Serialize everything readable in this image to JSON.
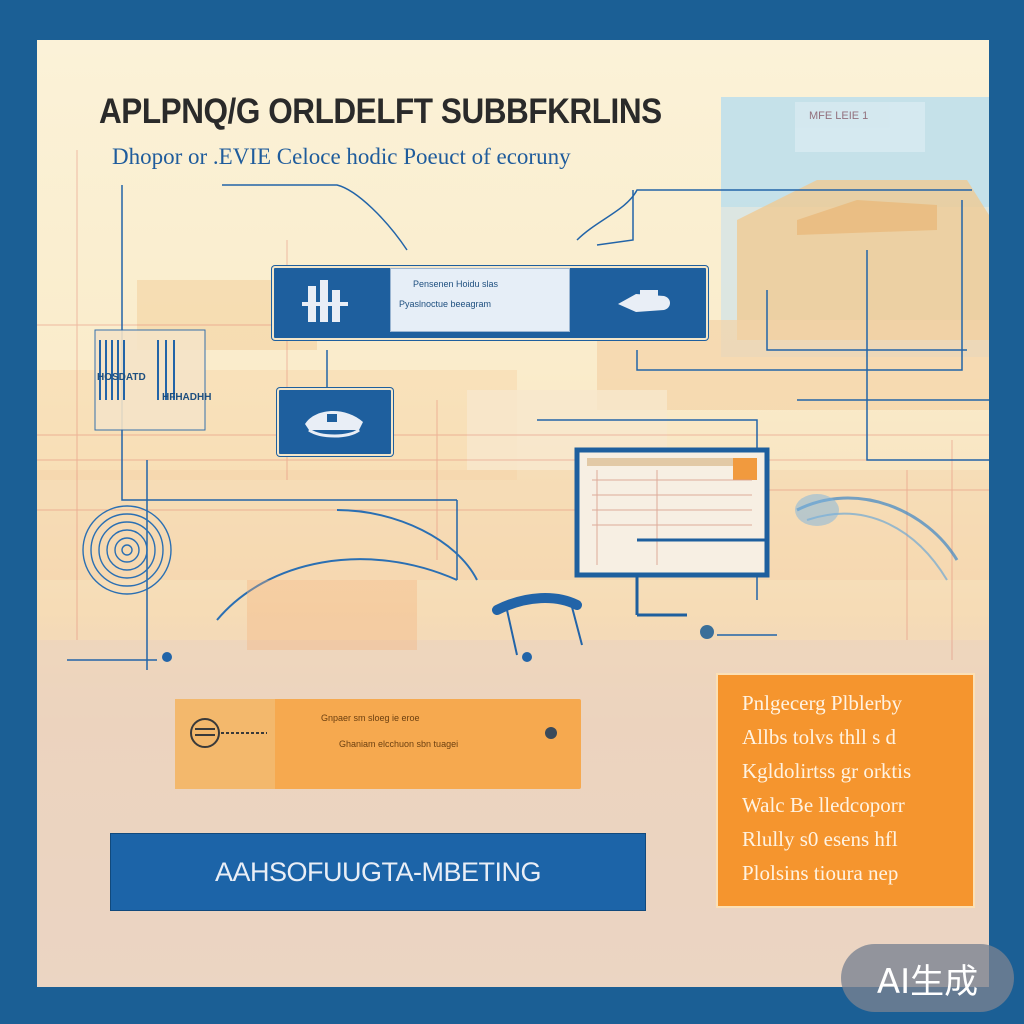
{
  "poster": {
    "title": "APLPNQ/G ORLDELFT SUBBFKRLINS",
    "subtitle": "Dhopor or .EVIE Celoce hodic Poeuct of ecoruny"
  },
  "top_right_box": {
    "label": "MFE LEIE 1"
  },
  "flow_top": {
    "caption_1": "Pensenen Hoidu slas",
    "caption_2": "Pyaslnoctue beeagram"
  },
  "left_signs": {
    "sign_1": "HOSDATD",
    "sign_2": "HFHADHH"
  },
  "orange_banner": {
    "caption_1": "Gnpaer sm sloeg ie eroe",
    "caption_2": "Ghaniam elcchuon sbn tuagei"
  },
  "button": {
    "label": "AAHSOFUUGTA-MBETING"
  },
  "side_panel": {
    "lines": [
      "Pnlgecerg Plblerby",
      "Allbs tolvs thll  s d",
      "Kgldolirtss  gr  orktis",
      "Walc Be lledcoporr",
      "Rlully s0 esens hfl",
      "Plolsins tioura nep"
    ]
  },
  "watermark": {
    "label": "AI生成"
  },
  "colors": {
    "frame_blue": "#1b5f95",
    "node_blue": "#1e5f9e",
    "accent_orange": "#f5952e",
    "cream": "#fbf2d8"
  },
  "icons": [
    "factory-icon",
    "hand-icon",
    "boat-icon",
    "target-icon",
    "device-icon",
    "pin-icon"
  ]
}
